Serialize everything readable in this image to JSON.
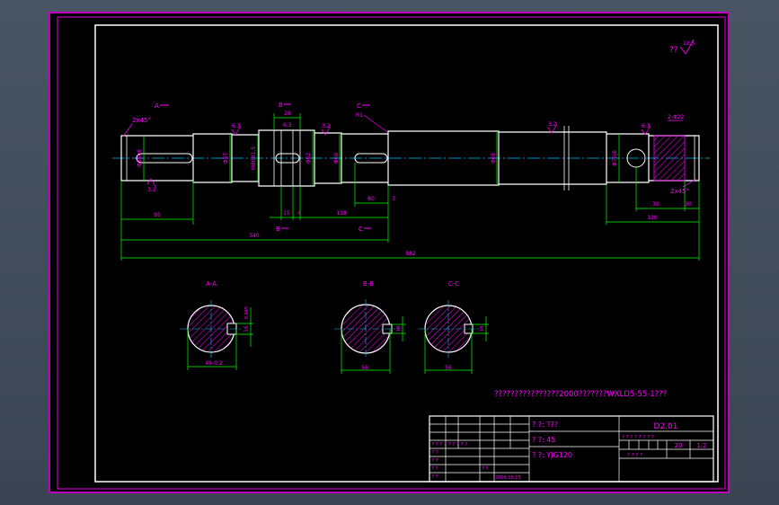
{
  "colors": {
    "frame": "#c000c0",
    "outline": "#ffffff",
    "dimension": "#00ff00",
    "centerline": "#00c0ff",
    "annotation": "#ff00ff",
    "background": "#000000"
  },
  "roughness_note": {
    "symbols": "??",
    "value": "12.5"
  },
  "sections": {
    "A_top": "A",
    "B_top": "B",
    "C_top": "C",
    "B_bottom": "B",
    "C_bottom": "C"
  },
  "section_titles": [
    "A-A",
    "B-B",
    "C-C"
  ],
  "chamfers": {
    "left": "2x45°",
    "right": "2x45°"
  },
  "fillet": "R1",
  "hole": "2-Φ22",
  "diameter_labels": [
    "Φ55h6",
    "Φ57",
    "M80X1.5",
    "Φ62",
    "Φ60",
    "Φ65",
    "Φ70j6"
  ],
  "roughness_values": [
    "6.3",
    "3.2",
    "6.3",
    "3.2",
    "3.2",
    "6.3"
  ],
  "dimensions": {
    "d95": "95",
    "d340": "340",
    "d882": "882",
    "d118": "118",
    "d15": "15",
    "d4": "4",
    "d28": "28",
    "d60": "60",
    "d3": "3",
    "d30a": "30",
    "d30b": "30",
    "d120": "120"
  },
  "section_dims": {
    "aa_width": "49-0.2",
    "aa_key": "16",
    "aa_tol": "0.045",
    "bb_width": "56",
    "bb_key": "18",
    "cc_width": "56",
    "cc_key": "18"
  },
  "caption": "????????????????2000???????WXLD5-55-1???",
  "title_block": {
    "drawing_no": "D2.01",
    "row1": "?   ?:   ???",
    "row2": "?   ?:   45",
    "row3": "?   ?:   YJG120",
    "left_header": "?  ?  ?  ?  ?  ?  ?  ?  ?",
    "left_rows": [
      "?  ?",
      "?  ?",
      "?  ?",
      "?  ?",
      "?  ?"
    ],
    "date": "2006.05.15",
    "right_header": "?  ?  ?  ?  ?  ?  ?  ?",
    "scale_num": "20",
    "scale_den": "1:2",
    "bottom_row": "?      ?      ?      ?"
  }
}
